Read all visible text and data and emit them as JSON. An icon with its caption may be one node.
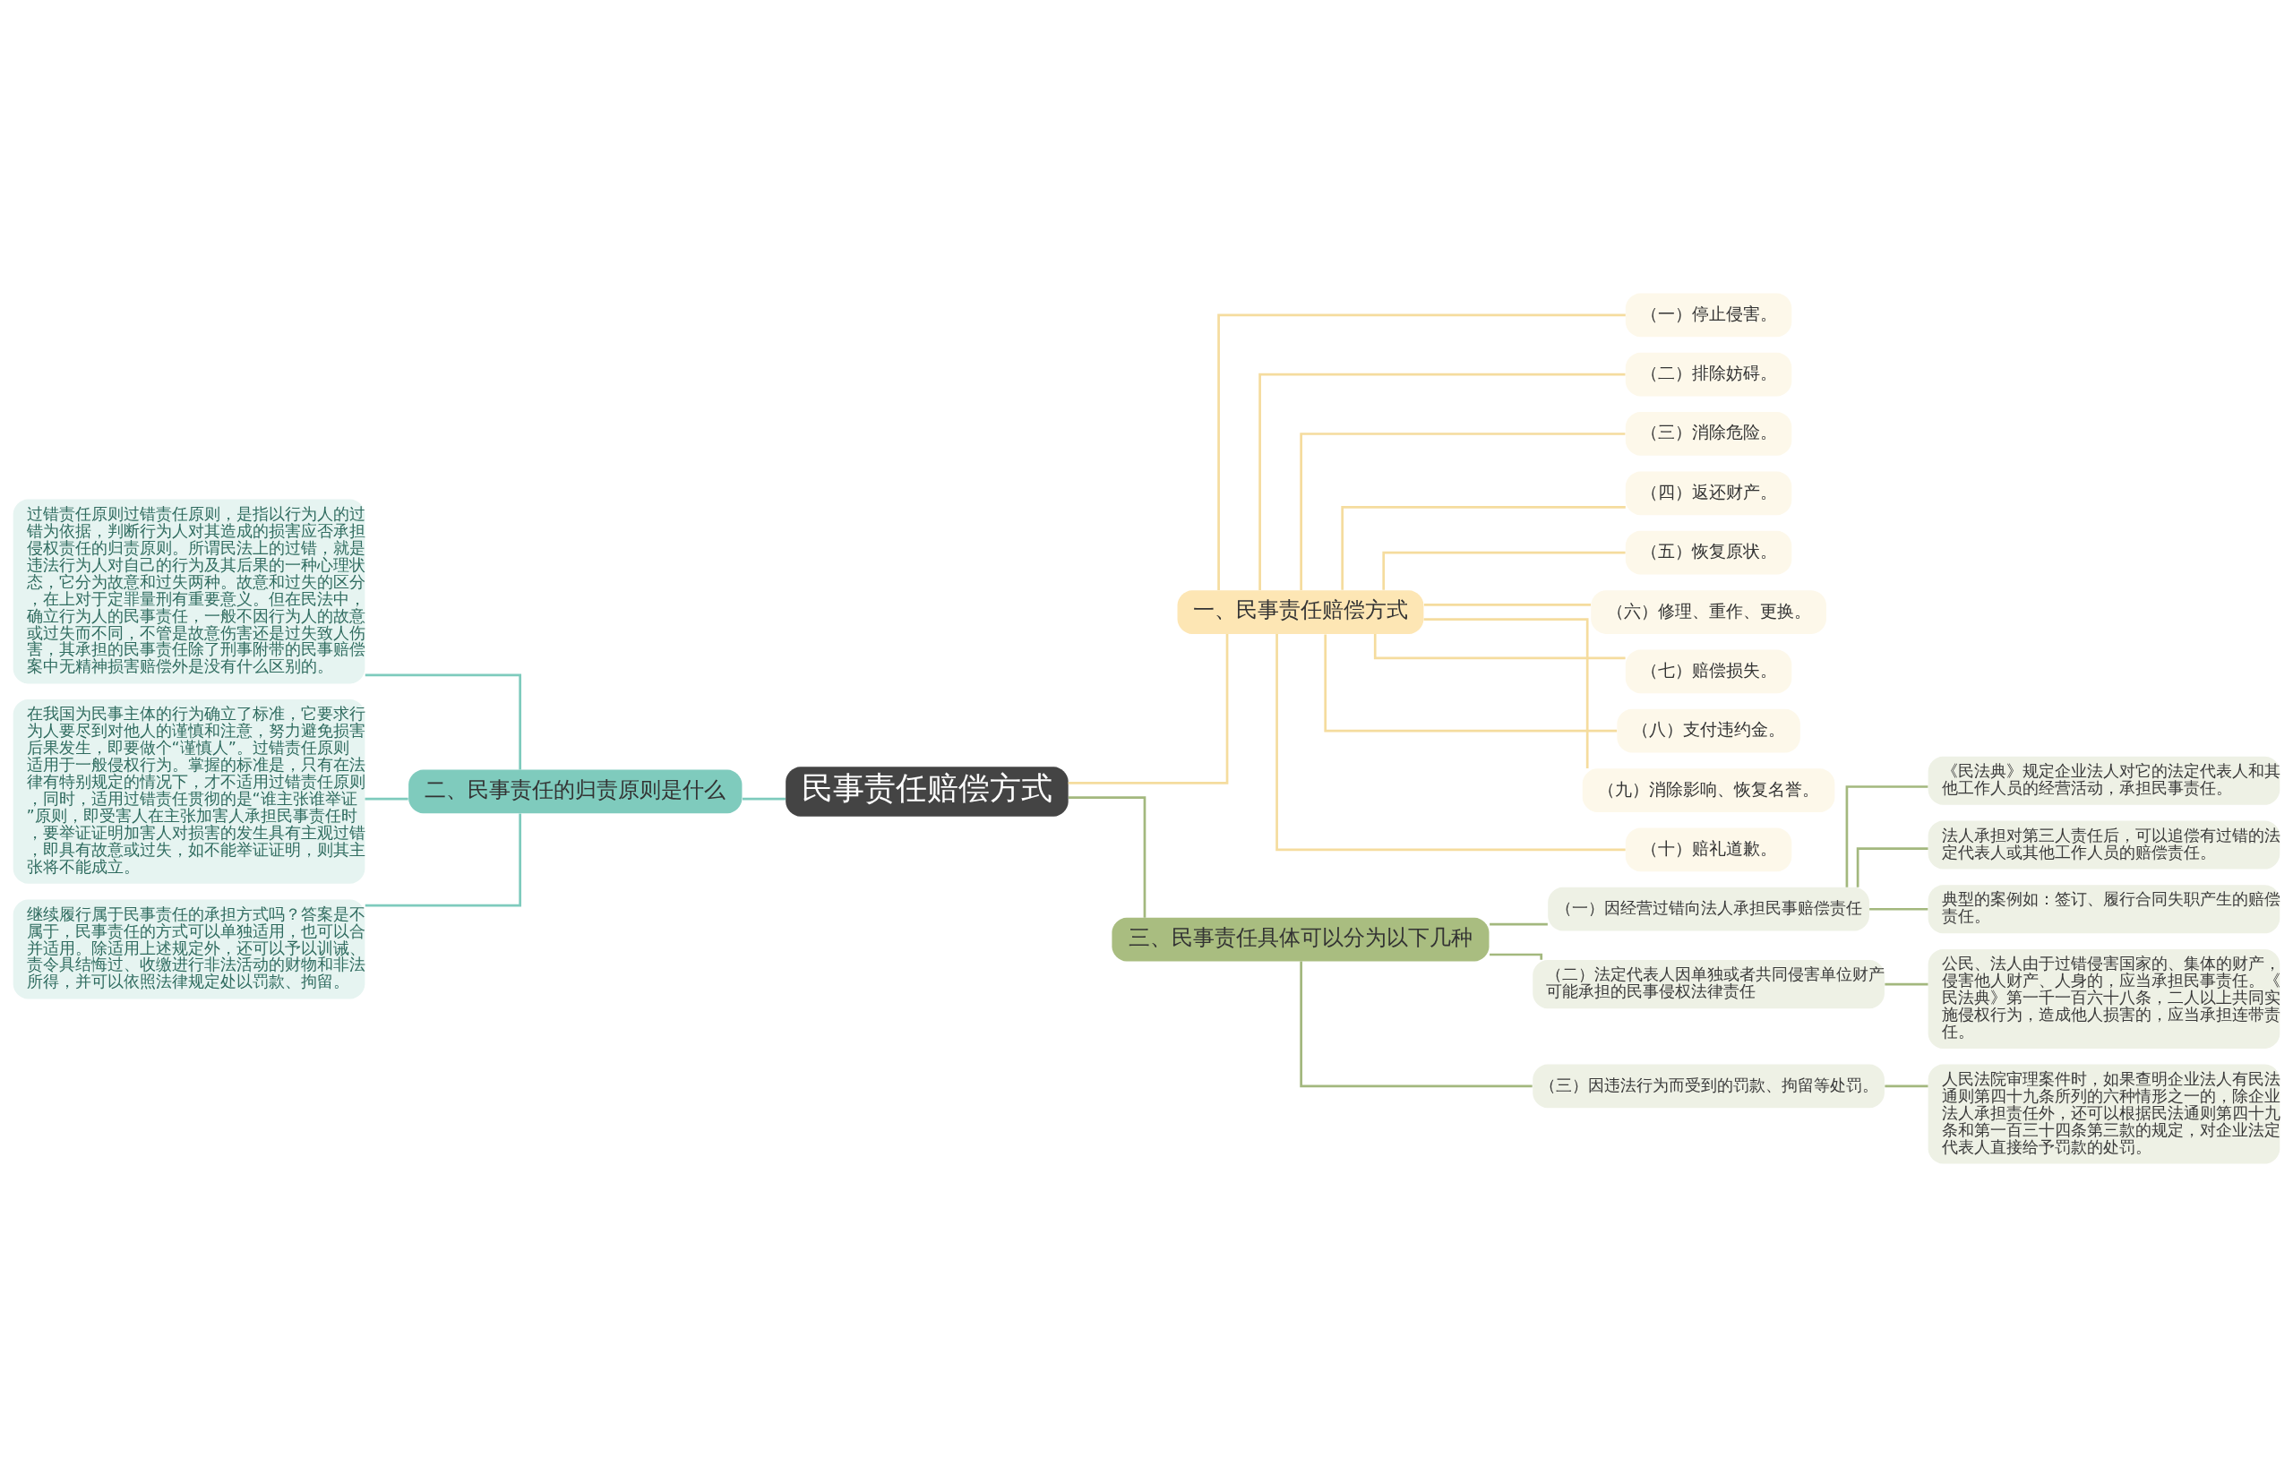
{
  "diagram": {
    "nodes": [
      {
        "text": [
          "民事责任赔偿方式"
        ]
      },
      {
        "text": [
          "一、民事责任赔偿方式"
        ]
      },
      {
        "text": [
          "（一）停止侵害。"
        ]
      },
      {
        "text": [
          "（二）排除妨碍。"
        ]
      },
      {
        "text": [
          "（三）消除危险。"
        ]
      },
      {
        "text": [
          "（四）返还财产。"
        ]
      },
      {
        "text": [
          "（五）恢复原状。"
        ]
      },
      {
        "text": [
          "（六）修理、重作、更换。"
        ]
      },
      {
        "text": [
          "（七）赔偿损失。"
        ]
      },
      {
        "text": [
          "（八）支付违约金。"
        ]
      },
      {
        "text": [
          "（九）消除影响、恢复名誉。"
        ]
      },
      {
        "text": [
          "（十）赔礼道歉。"
        ]
      },
      {
        "text": [
          "二、民事责任的归责原则是什么"
        ]
      },
      {
        "text": [
          "过错责任原则过错责任原则，是指以行为人的过错为依据，判断行为人对其造成的损害应否承担侵权责任的归责原则。所谓民法上的过错，就是违法行为人对自己的行为及其后果的一种心理状态，它分为故意和过失两种。故意和过失的区分，在上对于定罪量刑有重要意义。但在民法中，确立行为人的民事责任，一般不因行为人的故意或过失而不同，不管是故意伤害还是过失致人伤害，其承担的民事责任除了刑事附带的民事赔偿案中无精神损害赔偿外是没有什么区别的。"
        ]
      },
      {
        "text": [
          "在我国为民事主体的行为确立了标准，它要求行为人要尽到对他人的谨慎和注意，努力避免损害后果发生，即要做个“谨慎人”。过错责任原则适用于一般侵权行为。掌握的标准是，只有在法律有特别规定的情况下，才不适用过错责任原则，同时，适用过错责任贯彻的是“谁主张谁举证”原则，即受害人在主张加害人承担民事责任时，要举证证明加害人对损害的发生具有主观过错，即具有故意或过失，如不能举证证明，则其主张将不能成立。"
        ]
      },
      {
        "text": [
          "继续履行属于民事责任的承担方式吗？答案是不属于，民事责任的方式可以单独适用，也可以合并适用。除适用上述规定外，还可以予以训诫、责令具结悔过、收缴进行非法活动的财物和非法所得，并可以依照法律规定处以罚款、拘留。"
        ]
      },
      {
        "text": [
          "三、民事责任具体可以分为以下几种"
        ]
      },
      {
        "text": [
          "（一）因经营过错向法人承担民事赔偿责任"
        ]
      },
      {
        "text": [
          "《民法典》规定企业法人对它的法定代表人和其他工作人员的经营活动，承担民事责任。"
        ]
      },
      {
        "text": [
          "法人承担对第三人责任后，可以追偿有过错的法定代表人或其他工作人员的赔偿责任。"
        ]
      },
      {
        "text": [
          "典型的案例如：签订、履行合同失职产生的赔偿责任。"
        ]
      },
      {
        "text": [
          "（二）法定代表人因单独或者共同侵害单位财产可能承担的民事侵权法律责任"
        ]
      },
      {
        "text": [
          "公民、法人由于过错侵害国家的、集体的财产，侵害他人财产、人身的，应当承担民事责任。《民法典》第一千一百六十八条，二人以上共同实施侵权行为，造成他人损害的，应当承担连带责任。"
        ]
      },
      {
        "text": [
          "（三）因违法行为而受到的罚款、拘留等处罚。"
        ]
      },
      {
        "text": [
          "人民法院审理案件时，如果查明企业法人有民法通则第四十九条所列的六种情形之一的，除企业法人承担责任外，还可以根据民法通则第四十九条和第一百三十四条第三款的规定，对企业法定代表人直接给予罚款的处罚。"
        ]
      }
    ],
    "edges": [
      {
        "from": 0,
        "to": 1,
        "arrow": "none"
      },
      {
        "from": 1,
        "to": 2,
        "arrow": "none"
      },
      {
        "from": 1,
        "to": 3,
        "arrow": "none"
      },
      {
        "from": 1,
        "to": 4,
        "arrow": "none"
      },
      {
        "from": 1,
        "to": 5,
        "arrow": "none"
      },
      {
        "from": 1,
        "to": 6,
        "arrow": "none"
      },
      {
        "from": 1,
        "to": 7,
        "arrow": "none"
      },
      {
        "from": 1,
        "to": 8,
        "arrow": "none"
      },
      {
        "from": 1,
        "to": 9,
        "arrow": "none"
      },
      {
        "from": 1,
        "to": 10,
        "arrow": "none"
      },
      {
        "from": 1,
        "to": 11,
        "arrow": "none"
      },
      {
        "from": 0,
        "to": 12,
        "arrow": "none",
        "color": "#7ecbbd"
      },
      {
        "from": 12,
        "to": 13,
        "arrow": "none",
        "color": "#7ecbbd"
      },
      {
        "from": 12,
        "to": 14,
        "arrow": "none",
        "color": "#7ecbbd"
      },
      {
        "from": 12,
        "to": 15,
        "arrow": "none",
        "color": "#7ecbbd"
      },
      {
        "from": 0,
        "to": 16,
        "arrow": "none",
        "color": "#a3b87e"
      },
      {
        "from": 16,
        "to": 17,
        "arrow": "none",
        "color": "#a3b87e"
      },
      {
        "from": 17,
        "to": 18,
        "arrow": "none",
        "color": "#a3b87e"
      },
      {
        "from": 17,
        "to": 19,
        "arrow": "none",
        "color": "#a3b87e"
      },
      {
        "from": 17,
        "to": 20,
        "arrow": "none",
        "color": "#a3b87e"
      },
      {
        "from": 16,
        "to": 21,
        "arrow": "none",
        "color": "#a3b87e"
      },
      {
        "from": 21,
        "to": 22,
        "arrow": "none",
        "color": "#a3b87e"
      },
      {
        "from": 16,
        "to": 23,
        "arrow": "none",
        "color": "#a3b87e"
      },
      {
        "from": 23,
        "to": 24,
        "arrow": "none",
        "color": "#a3b87e"
      }
    ]
  }
}
